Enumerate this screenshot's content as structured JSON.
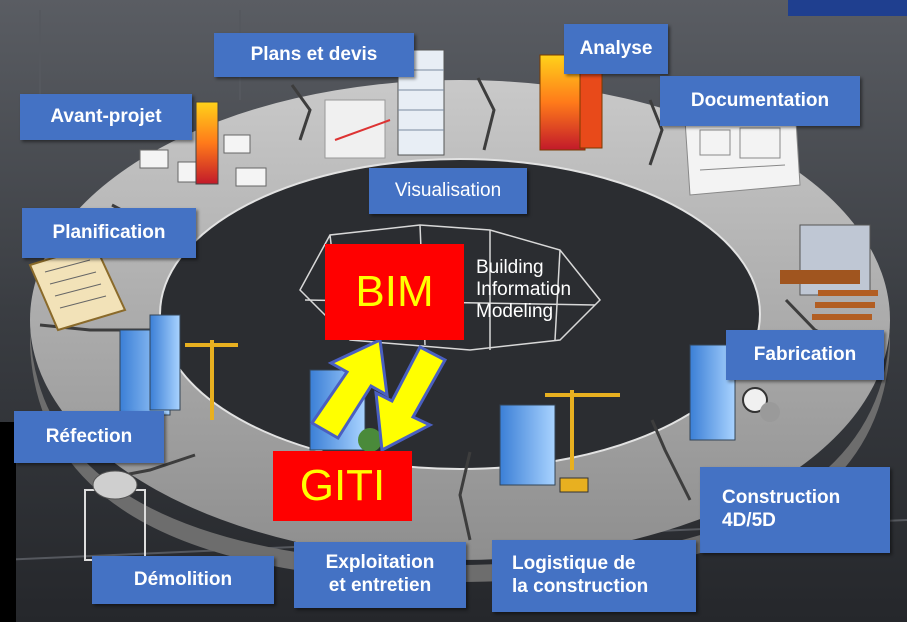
{
  "center": {
    "bim": "BIM",
    "giti": "GITI",
    "line1": "Building",
    "line2": "Information",
    "line3": "Modeling"
  },
  "labels": {
    "plans_et_devis": "Plans et devis",
    "analyse": "Analyse",
    "documentation": "Documentation",
    "avant_projet": "Avant-projet",
    "visualisation": "Visualisation",
    "planification": "Planification",
    "fabrication": "Fabrication",
    "refection": "Réfection",
    "construction_1": "Construction",
    "construction_2": "4D/5D",
    "demolition": "Démolition",
    "exploitation_1": "Exploitation",
    "exploitation_2": "et entretien",
    "logistique_1": "Logistique de",
    "logistique_2": "la construction"
  },
  "colors": {
    "label_bg": "#4472c4",
    "label_text": "#ffffff",
    "center_box": "#ff0000",
    "center_text": "#ffff00",
    "arrow_fill": "#ffff00",
    "arrow_stroke": "#4a5fc0"
  }
}
